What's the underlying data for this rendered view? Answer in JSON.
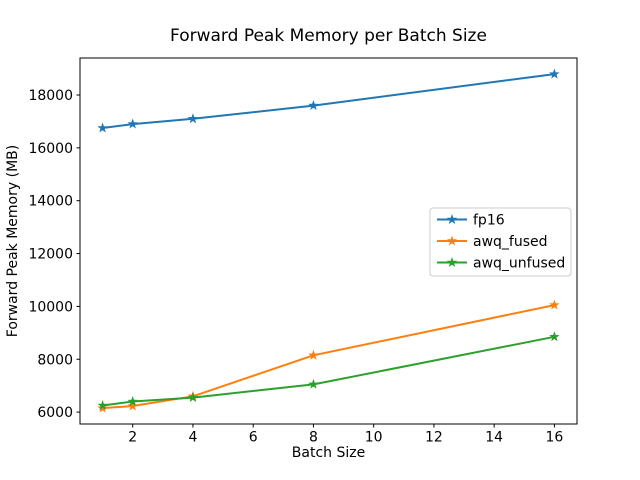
{
  "chart_data": {
    "type": "line",
    "title": "Forward Peak Memory per Batch Size",
    "xlabel": "Batch Size",
    "ylabel": "Forward Peak Memory (MB)",
    "x": [
      1,
      2,
      4,
      8,
      16
    ],
    "series": [
      {
        "name": "fp16",
        "color": "#1f77b4",
        "values": [
          16750,
          16900,
          17100,
          17600,
          18790
        ]
      },
      {
        "name": "awq_fused",
        "color": "#ff7f0e",
        "values": [
          6150,
          6230,
          6600,
          8150,
          10050
        ]
      },
      {
        "name": "awq_unfused",
        "color": "#2ca02c",
        "values": [
          6250,
          6400,
          6550,
          7050,
          8850
        ]
      }
    ],
    "xticks": [
      2,
      4,
      6,
      8,
      10,
      12,
      14,
      16
    ],
    "yticks": [
      6000,
      8000,
      10000,
      12000,
      14000,
      16000,
      18000
    ],
    "xlim": [
      0.25,
      16.75
    ],
    "ylim": [
      5550,
      19400
    ],
    "grid": false,
    "marker": "star",
    "legend_position": "center right",
    "axis_color": "#000000",
    "legend_border_color": "#cccccc",
    "background_color": "#ffffff"
  }
}
